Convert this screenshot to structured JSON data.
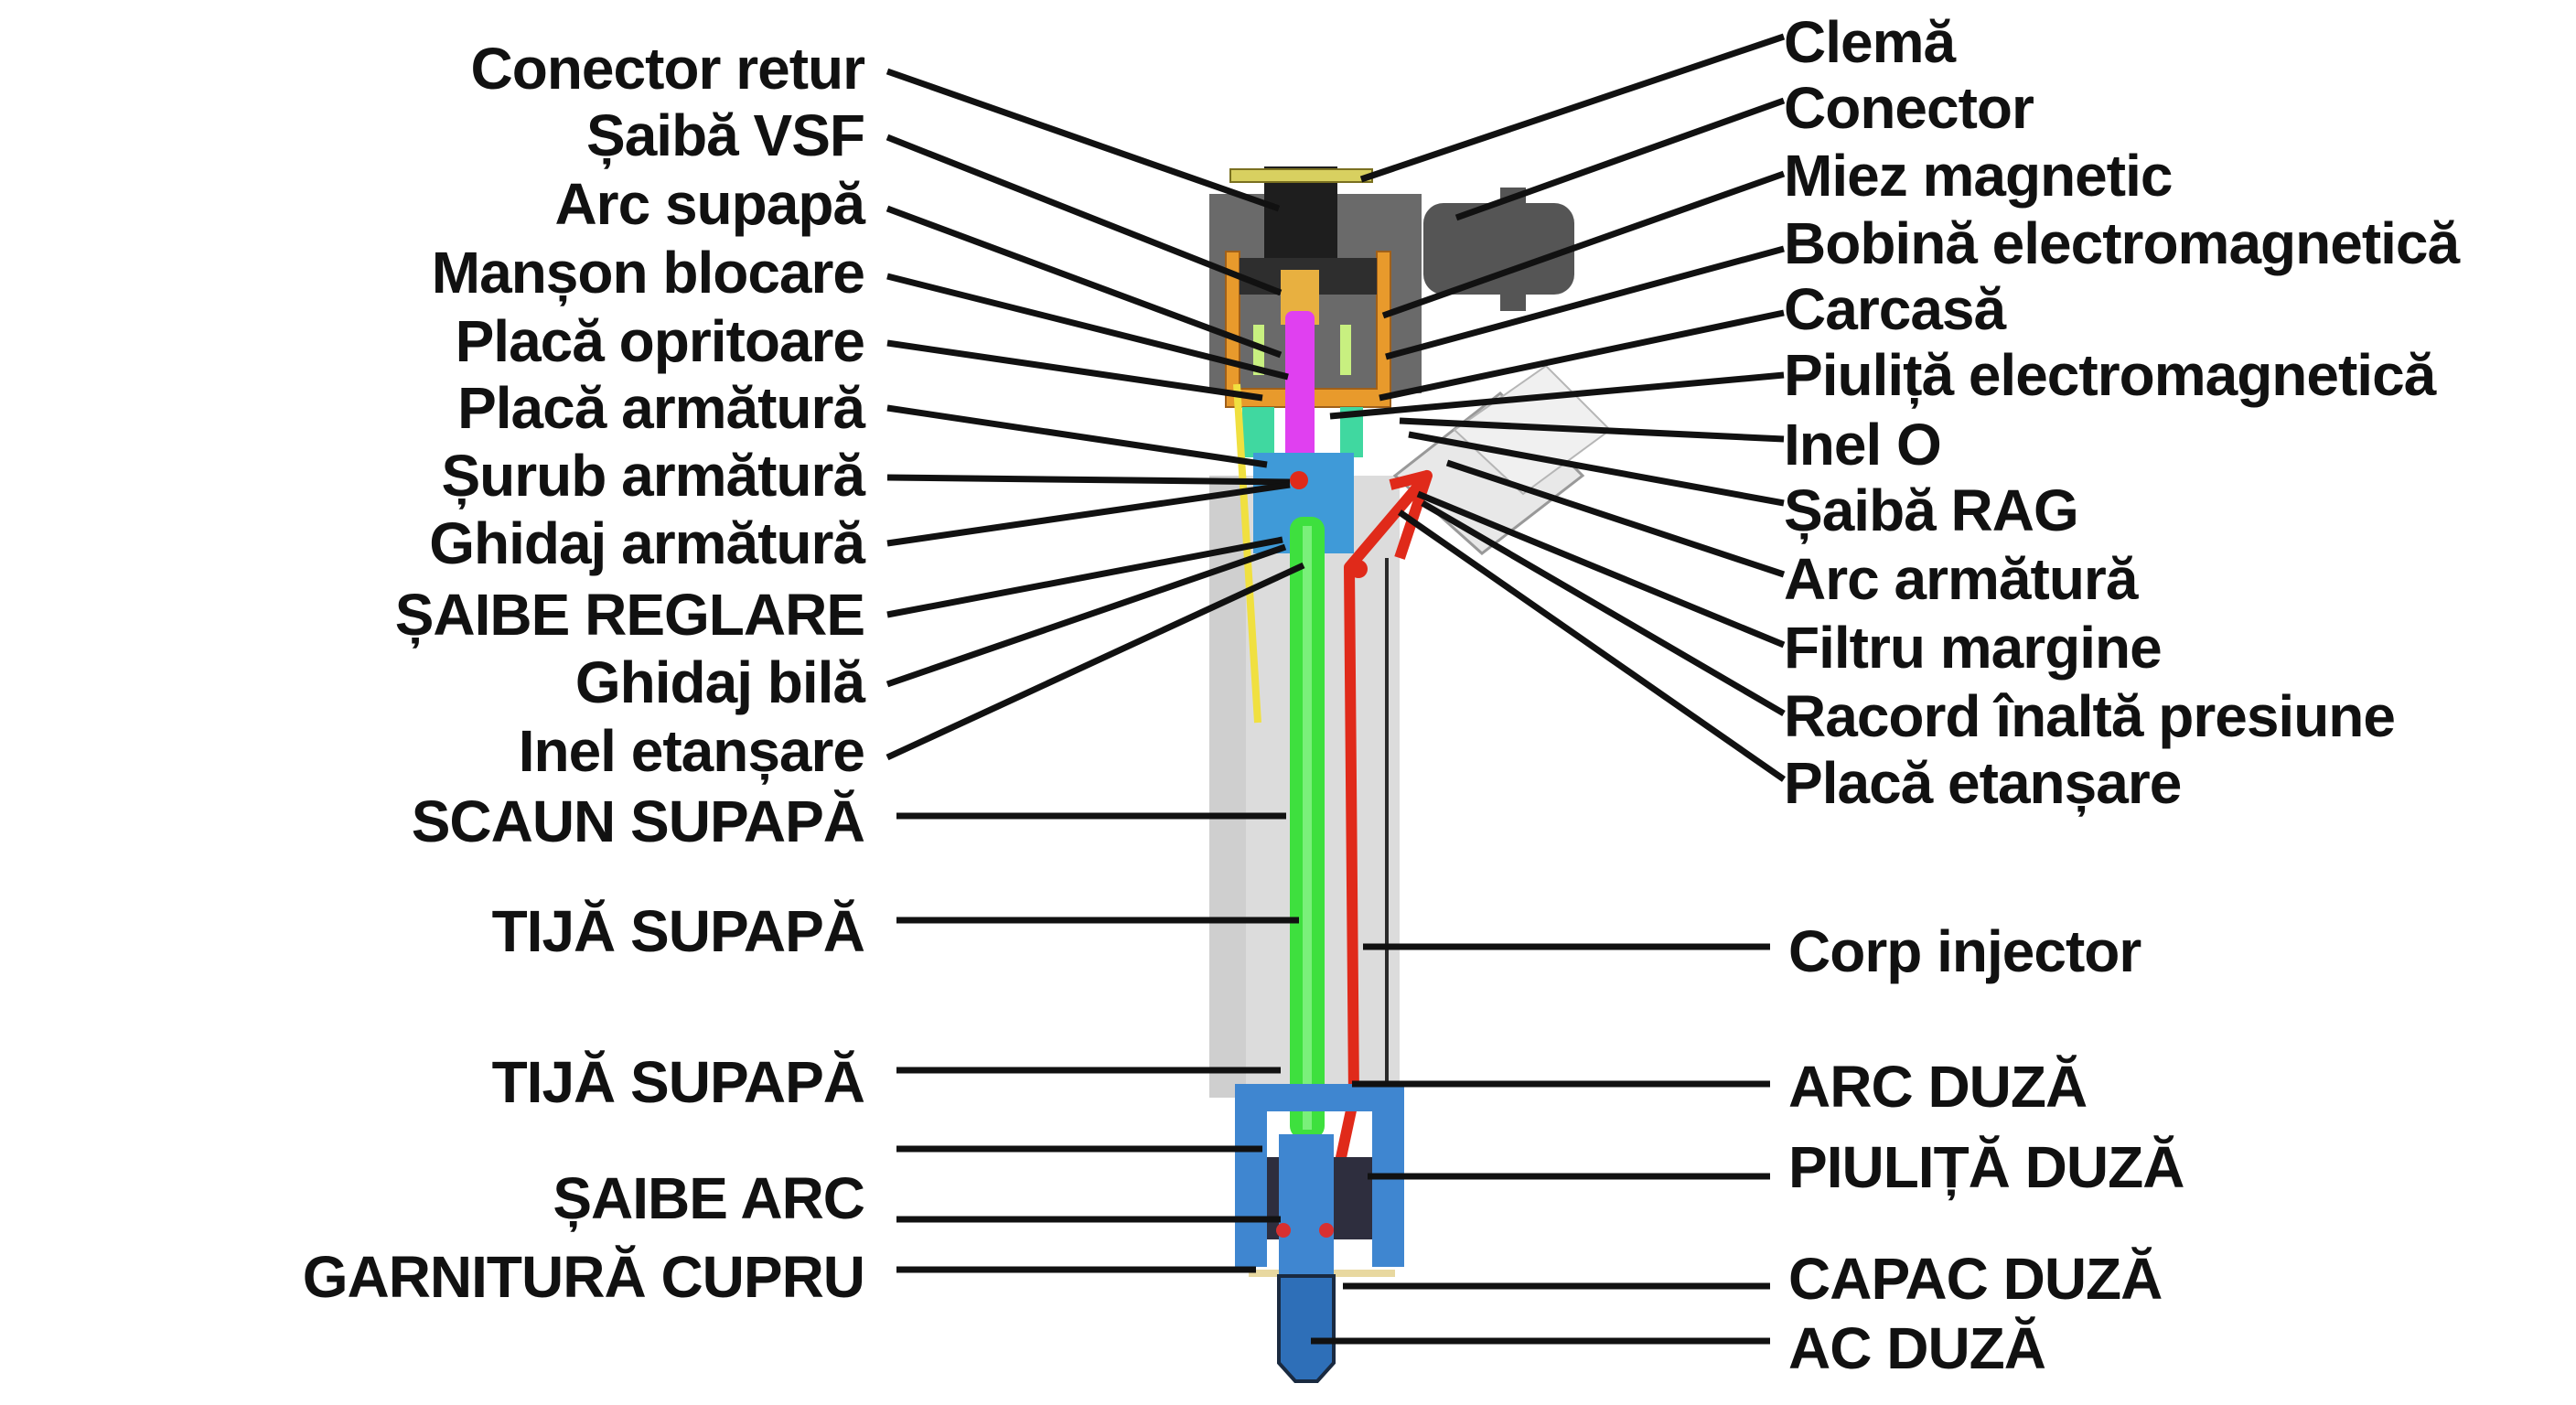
{
  "diagram": {
    "subject": "Injector",
    "colors": {
      "background": "#ffffff",
      "text": "#111111",
      "body_grey": "#d9d9d9",
      "head_dark": "#4a4a4a",
      "coil_orange": "#e89a2c",
      "armature_magenta": "#e040f0",
      "valve_green": "#3ee03e",
      "guide_blue": "#3f9ad8",
      "hp_line_red": "#e02a1a",
      "return_yellow": "#f0e040",
      "clip_yellow": "#d8d060",
      "teal": "#40d8a0",
      "nozzle_blue": "#2e6fb8"
    },
    "left_labels": [
      {
        "text": "Conector retur"
      },
      {
        "text": "Șaibă VSF"
      },
      {
        "text": "Arc supapă"
      },
      {
        "text": "Manșon blocare"
      },
      {
        "text": "Placă opritoare"
      },
      {
        "text": "Placă armătură"
      },
      {
        "text": "Șurub armătură"
      },
      {
        "text": "Ghidaj armătură"
      },
      {
        "text": "ȘAIBE REGLARE"
      },
      {
        "text": "Ghidaj bilă"
      },
      {
        "text": "Inel etanșare"
      },
      {
        "text": "SCAUN SUPAPĂ"
      },
      {
        "text": "TIJĂ SUPAPĂ"
      },
      {
        "text": "TIJĂ SUPAPĂ"
      },
      {
        "text": ""
      },
      {
        "text": "ȘAIBE ARC"
      },
      {
        "text": "GARNITURĂ CUPRU"
      }
    ],
    "right_labels": [
      {
        "text": "Clemă"
      },
      {
        "text": "Conector"
      },
      {
        "text": "Miez magnetic"
      },
      {
        "text": "Bobină electromagnetică"
      },
      {
        "text": "Carcasă"
      },
      {
        "text": "Piuliță electromagnetică"
      },
      {
        "text": "Inel O"
      },
      {
        "text": "Șaibă RAG"
      },
      {
        "text": "Arc armătură"
      },
      {
        "text": "Filtru margine"
      },
      {
        "text": "Racord înaltă presiune"
      },
      {
        "text": "Placă etanșare"
      },
      {
        "text": "Corp injector"
      },
      {
        "text": "ARC DUZĂ"
      },
      {
        "text": "PIULIȚĂ DUZĂ"
      },
      {
        "text": "CAPAC DUZĂ"
      },
      {
        "text": "AC DUZĂ"
      }
    ]
  }
}
